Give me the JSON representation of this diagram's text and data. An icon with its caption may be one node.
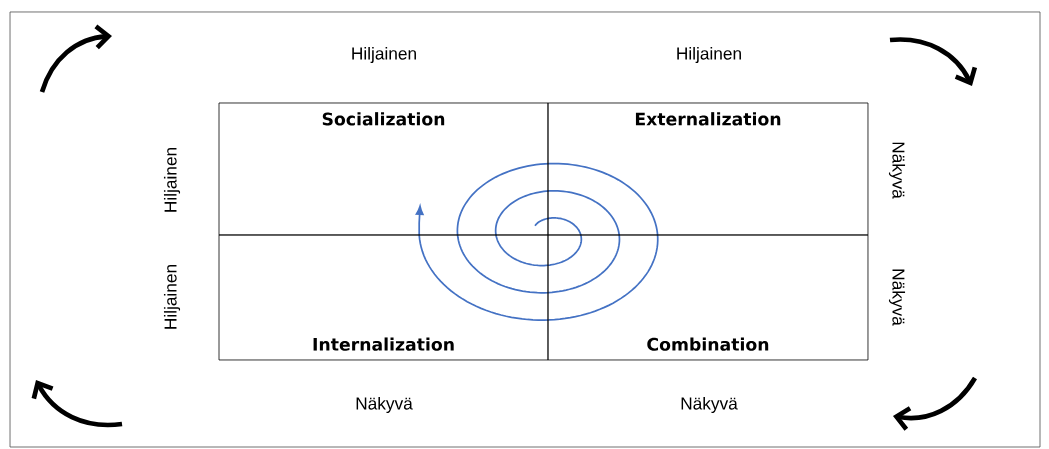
{
  "diagram": {
    "nodes": [
      {
        "text": [
          "Socialization"
        ]
      },
      {
        "text": [
          "Externalization"
        ]
      },
      {
        "text": [
          "Internalization"
        ]
      },
      {
        "text": [
          "Combination"
        ]
      }
    ],
    "labels": [
      "Hiljainen",
      "Hiljainen",
      "Hiljainen",
      "Näkyvä",
      "Hiljainen",
      "Näkyvä",
      "Näkyvä",
      "Näkyvä"
    ]
  }
}
